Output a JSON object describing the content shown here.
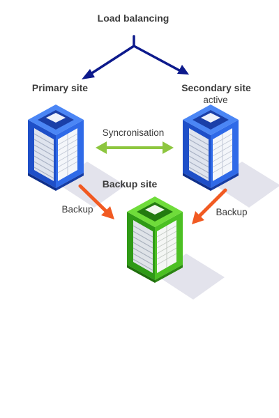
{
  "title": "Load balancing",
  "primary": {
    "label": "Primary site"
  },
  "secondary": {
    "label": "Secondary site",
    "status": "active"
  },
  "backup": {
    "label": "Backup site"
  },
  "sync_label": "Syncronisation",
  "backup_left_label": "Backup",
  "backup_right_label": "Backup",
  "colors": {
    "load_balancing_arrow": "#0d1a8c",
    "sync_arrow": "#8dc63f",
    "backup_arrow": "#f15a22",
    "server_blue": "#1e5bd6",
    "server_green": "#3fae1a",
    "shadow": "#e2e2ea"
  }
}
